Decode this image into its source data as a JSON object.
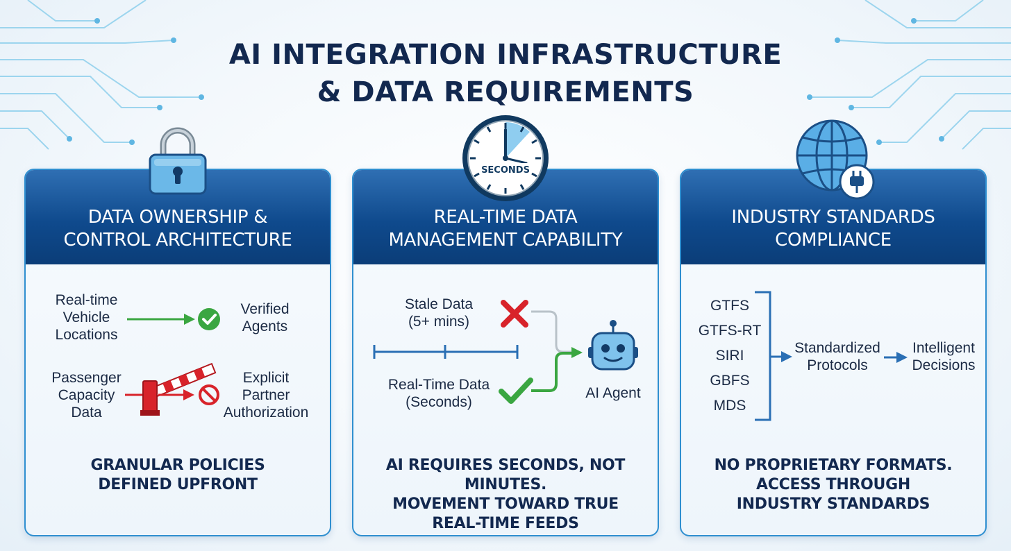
{
  "title": {
    "line1": "AI INTEGRATION INFRASTRUCTURE",
    "line2": "& DATA REQUIREMENTS"
  },
  "panels": [
    {
      "title_line1": "DATA OWNERSHIP &",
      "title_line2": "CONTROL ARCHITECTURE",
      "icon": "padlock-icon",
      "row1_source": [
        "Real-time",
        "Vehicle",
        "Locations"
      ],
      "row1_target": [
        "Verified",
        "Agents"
      ],
      "row2_source": [
        "Passenger",
        "Capacity",
        "Data"
      ],
      "row2_target": [
        "Explicit",
        "Partner",
        "Authorization"
      ],
      "footer": [
        "GRANULAR POLICIES",
        "DEFINED UPFRONT"
      ]
    },
    {
      "title_line1": "REAL-TIME DATA",
      "title_line2": "MANAGEMENT CAPABILITY",
      "icon": "clock-icon",
      "clock_label": "SECONDS",
      "stale": [
        "Stale Data",
        "(5+ mins)"
      ],
      "realtime": [
        "Real-Time Data",
        "(Seconds)"
      ],
      "agent_label": "AI Agent",
      "footer": [
        "AI REQUIRES SECONDS, NOT MINUTES.",
        "MOVEMENT TOWARD TRUE",
        "REAL-TIME FEEDS"
      ]
    },
    {
      "title_line1": "INDUSTRY STANDARDS",
      "title_line2": "COMPLIANCE",
      "icon": "globe-plug-icon",
      "protocols": [
        "GTFS",
        "GTFS-RT",
        "SIRI",
        "GBFS",
        "MDS"
      ],
      "mid": [
        "Standardized",
        "Protocols"
      ],
      "result": [
        "Intelligent",
        "Decisions"
      ],
      "footer": [
        "NO PROPRIETARY FORMATS.",
        "ACCESS THROUGH",
        "INDUSTRY STANDARDS"
      ]
    }
  ],
  "colors": {
    "navy": "#12284f",
    "blue": "#2f8fd0",
    "header": "#0f4a8d",
    "green": "#3aa641",
    "red": "#d8232a"
  }
}
